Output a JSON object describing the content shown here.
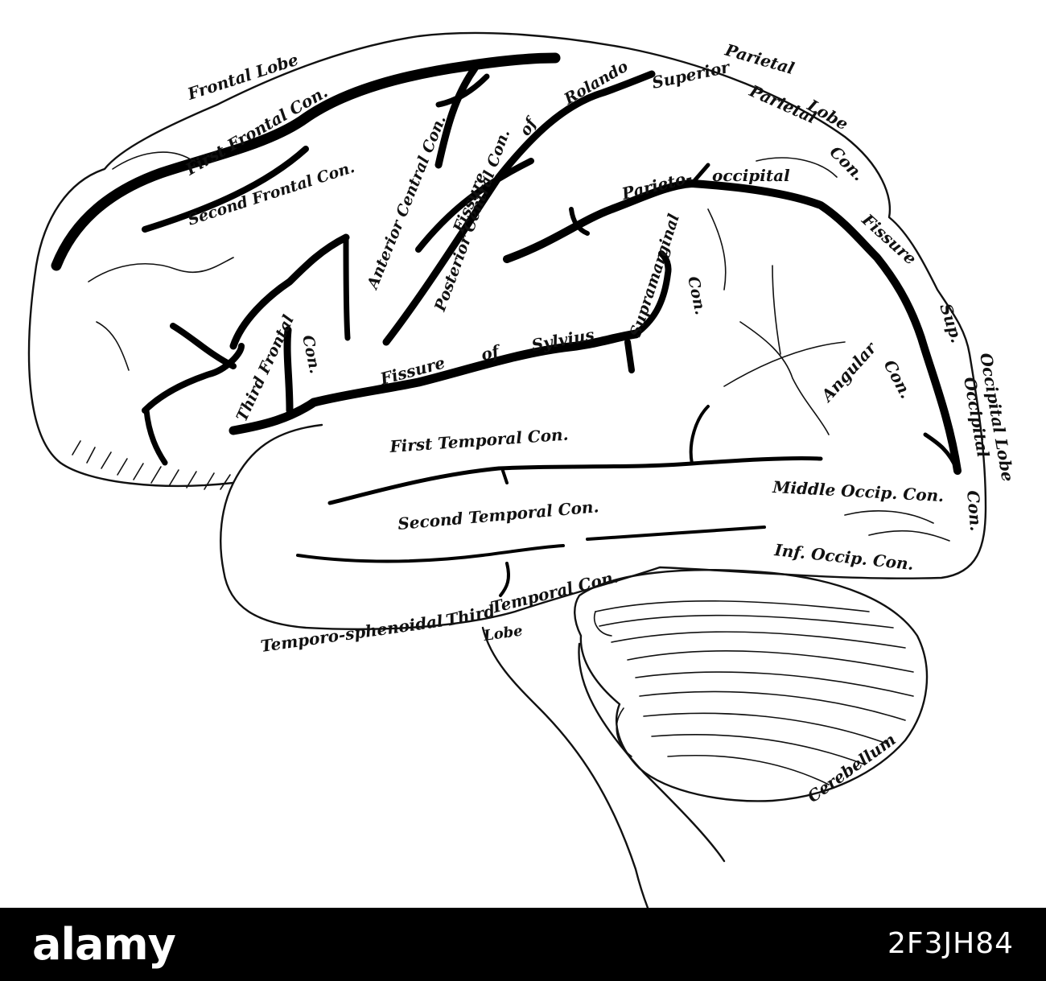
{
  "labels": {
    "frontal_lobe": "Frontal Lobe",
    "first_frontal": "First Frontal Con.",
    "second_frontal": "Second Frontal Con.",
    "third_frontal": "Third Frontal",
    "third_frontal_con": "Con.",
    "anterior_central": "Anterior Central Con.",
    "fissure_rolando_a": "Fissure",
    "fissure_rolando_b": "of",
    "fissure_rolando_c": "Rolando",
    "posterior_central": "Posterior Central Con.",
    "superior": "Superior",
    "parietal_lobe_a": "Parietal",
    "parietal_lobe_b": "Lobe",
    "superior_parietal_a": "Parietal",
    "superior_parietal_b": "Con.",
    "parieto": "Parieto-",
    "occipital": "occipital",
    "fissure_po": "Fissure",
    "supramarginal": "Supramarginal",
    "supramarginal_con": "Con.",
    "fissure_sylvius_a": "Fissure",
    "fissure_sylvius_b": "of",
    "fissure_sylvius_c": "Sylvius",
    "angular": "Angular",
    "angular_con": "Con.",
    "sup": "Sup.",
    "occipital_con_a": "Occipital",
    "occipital_con_b": "Con.",
    "occipital_lobe": "Occipital Lobe",
    "first_temporal": "First Temporal Con.",
    "second_temporal": "Second Temporal Con.",
    "middle_occip": "Middle Occip. Con.",
    "inf_occip": "Inf. Occip. Con.",
    "third_temporal_a": "Third",
    "third_temporal_b": "Temporal Con.",
    "lobe": "Lobe",
    "temporo": "Temporo-sphenoidal",
    "cerebellum": "Cerebellum"
  },
  "footer": {
    "logo": "alamy",
    "image_id": "2F3JH84"
  },
  "colors": {
    "ink": "#111111",
    "paper": "#ffffff",
    "footer": "#000000"
  }
}
